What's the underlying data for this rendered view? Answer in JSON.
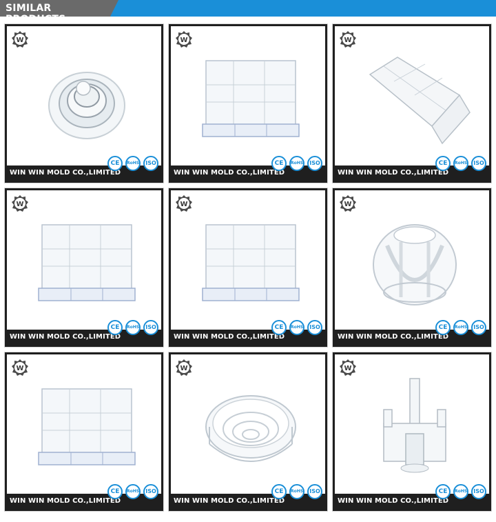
{
  "header": {
    "title": "SIMILAR PRODUCTS",
    "accent_color": "#1a8fd8",
    "tab_color": "#6a6a6a"
  },
  "products": [
    {
      "company": "WIN WIN MOLD CO.,LIMITED",
      "image": "clear-lens-part",
      "certs": [
        "CE",
        "RoHS",
        "ISO"
      ]
    },
    {
      "company": "WIN WIN MOLD CO.,LIMITED",
      "image": "clear-display-stand",
      "certs": [
        "CE",
        "RoHS",
        "ISO"
      ]
    },
    {
      "company": "WIN WIN MOLD CO.,LIMITED",
      "image": "clear-tray-part",
      "certs": [
        "CE",
        "RoHS",
        "ISO"
      ]
    },
    {
      "company": "WIN WIN MOLD CO.,LIMITED",
      "image": "clear-display-stand",
      "certs": [
        "CE",
        "RoHS",
        "ISO"
      ]
    },
    {
      "company": "WIN WIN MOLD CO.,LIMITED",
      "image": "clear-display-stand",
      "certs": [
        "CE",
        "RoHS",
        "ISO"
      ]
    },
    {
      "company": "WIN WIN MOLD CO.,LIMITED",
      "image": "clear-sphere-part",
      "certs": [
        "CE",
        "RoHS",
        "ISO"
      ]
    },
    {
      "company": "WIN WIN MOLD CO.,LIMITED",
      "image": "clear-display-stand",
      "certs": [
        "CE",
        "RoHS",
        "ISO"
      ]
    },
    {
      "company": "WIN WIN MOLD CO.,LIMITED",
      "image": "clear-ring-part",
      "certs": [
        "CE",
        "RoHS",
        "ISO"
      ]
    },
    {
      "company": "WIN WIN MOLD CO.,LIMITED",
      "image": "clear-connector-part",
      "certs": [
        "CE",
        "RoHS",
        "ISO"
      ]
    }
  ]
}
